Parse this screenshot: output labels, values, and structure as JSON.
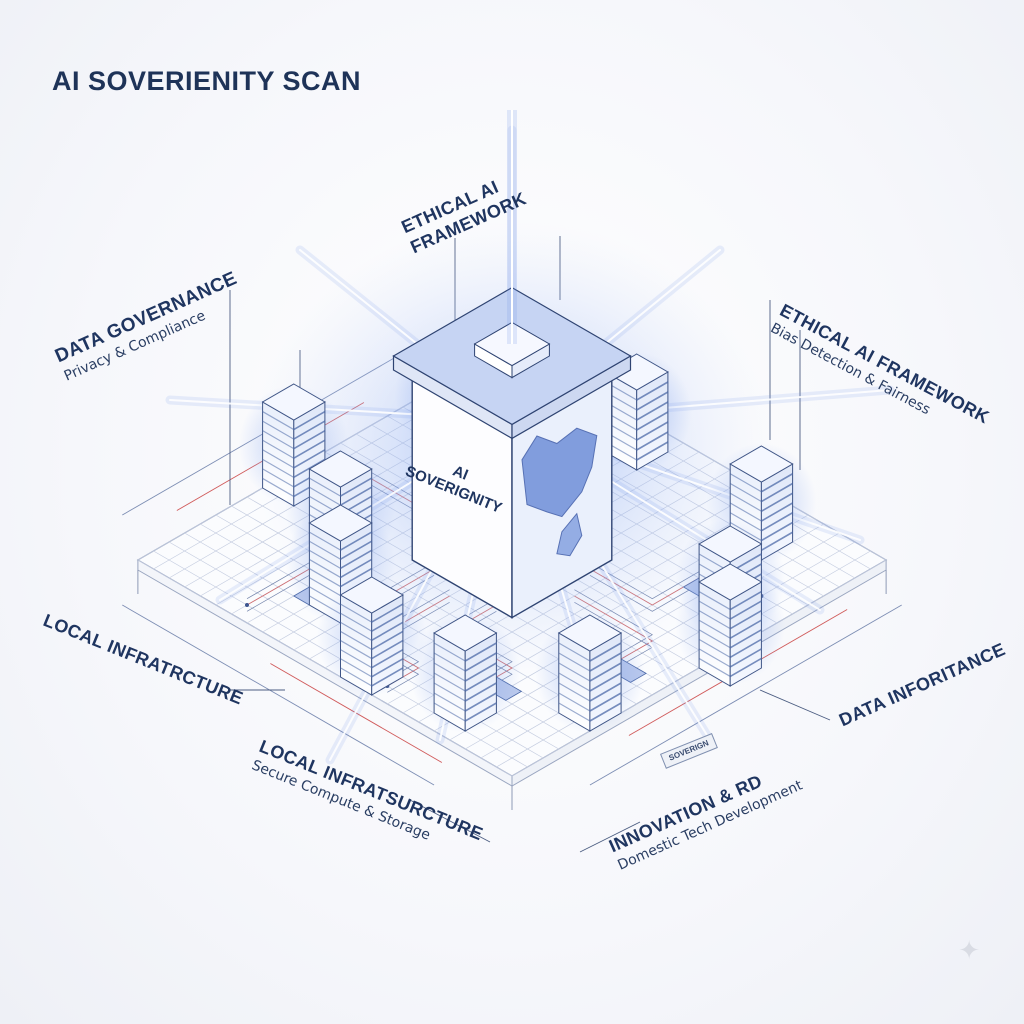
{
  "title": "AI SOVERIENITY SCAN",
  "core": {
    "label": "AI\nSOVERIGNITY",
    "tag": "SOVERIGN"
  },
  "pillars": {
    "data_governance": {
      "main": "DATA GOVERNANCE",
      "sub": "Privacy & Compliance"
    },
    "ethical_top": {
      "main": "ETHICAL AI\nFRAMEWORK"
    },
    "ethical_right": {
      "main": "ETHICAL AI FRAMEWORK",
      "sub": "Bias Detection & Fairness"
    },
    "local_left": {
      "main": "LOCAL INFRATRCTURE"
    },
    "local_bottom": {
      "main": "LOCAL INFRATSURCTURE",
      "sub": "Secure Compute & Storage"
    },
    "innovation": {
      "main": "INNOVATION & RD",
      "sub": "Domestic Tech Development"
    },
    "data_inheritance": {
      "main": "DATA INFORITANCE"
    }
  },
  "colors": {
    "ink": "#1f3560",
    "line": "#7c8db3",
    "glow": "#6f93e8",
    "accent_red": "#d05a5a",
    "server": "#4d6aa8"
  },
  "icons": {
    "server": "server-rack-icon",
    "map": "europe-map-icon",
    "sparkle": "sparkle-icon"
  }
}
